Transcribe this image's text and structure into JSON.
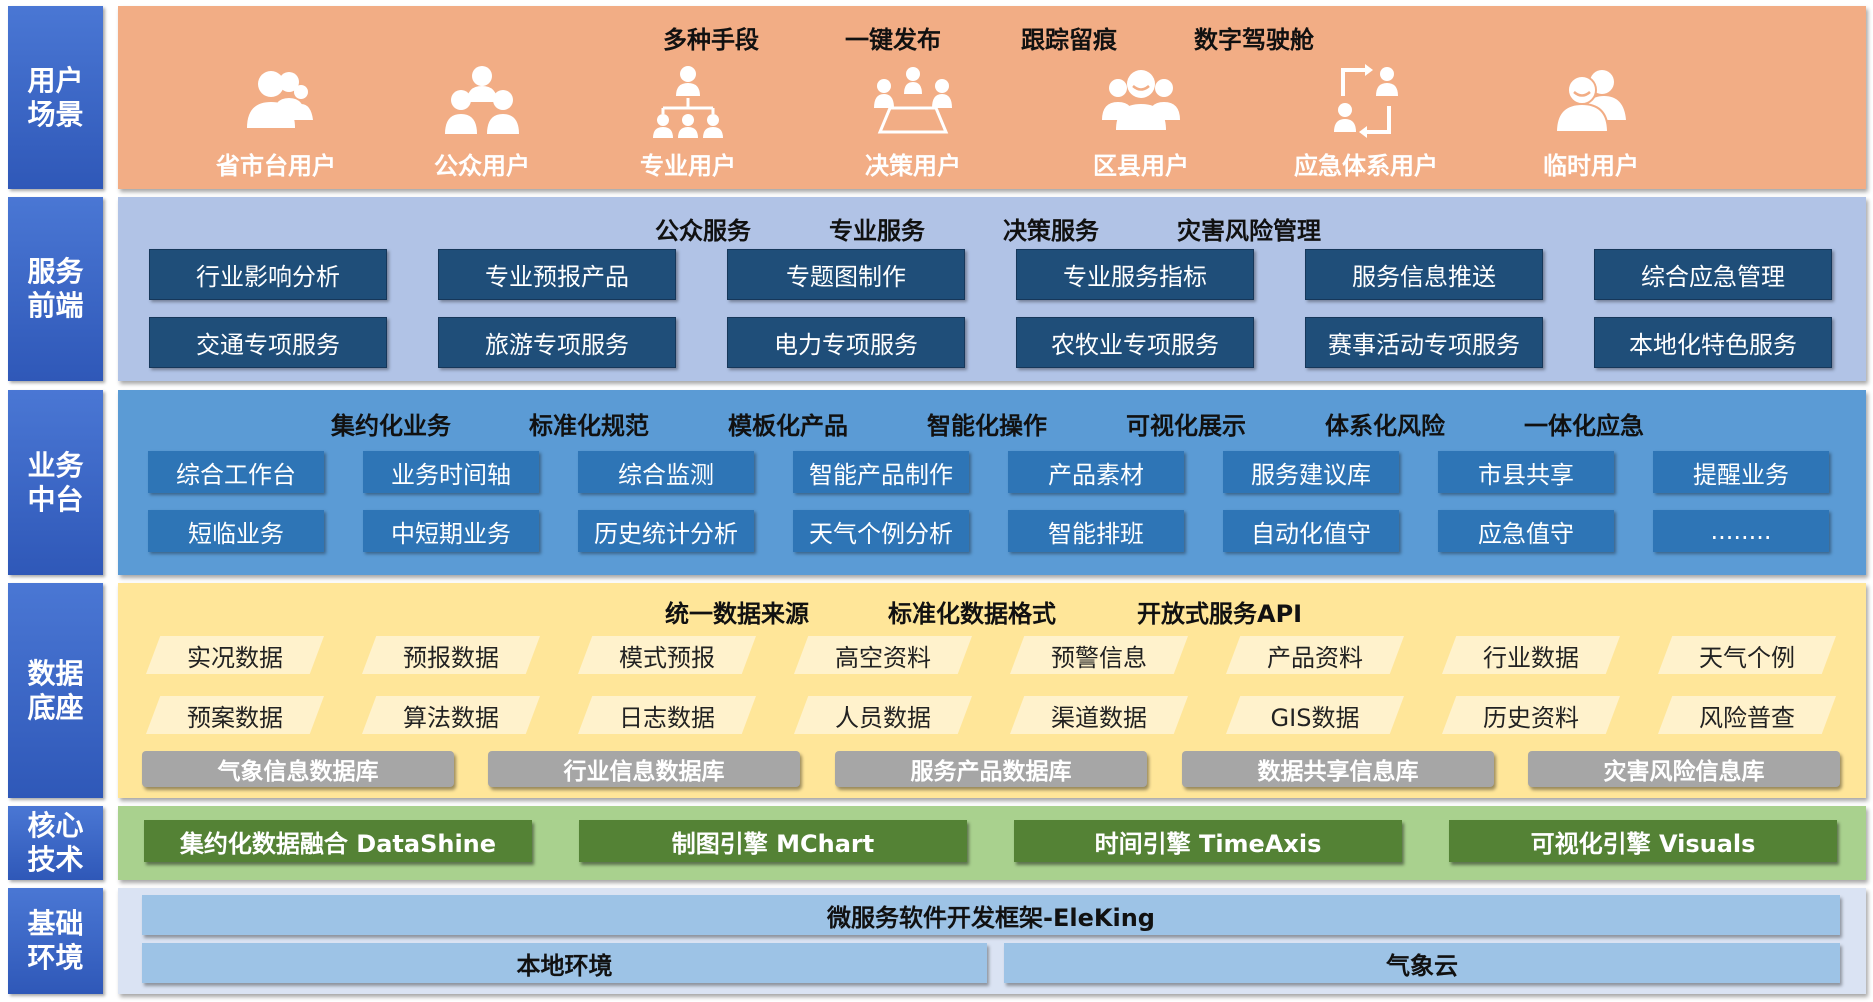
{
  "layers": [
    {
      "label": "用户\n场景"
    },
    {
      "label": "服务\n前端"
    },
    {
      "label": "业务\n中台"
    },
    {
      "label": "数据\n底座"
    },
    {
      "label": "核心\n技术"
    },
    {
      "label": "基础\n环境"
    }
  ],
  "user": {
    "headers": [
      "多种手段",
      "一键发布",
      "跟踪留痕",
      "数字驾驶舱"
    ],
    "items": [
      {
        "label": "省市台用户",
        "icon": "user-group-icon"
      },
      {
        "label": "公众用户",
        "icon": "public-users-icon"
      },
      {
        "label": "专业用户",
        "icon": "org-users-icon"
      },
      {
        "label": "决策用户",
        "icon": "meeting-icon"
      },
      {
        "label": "区县用户",
        "icon": "county-users-icon"
      },
      {
        "label": "应急体系用户",
        "icon": "exchange-users-icon"
      },
      {
        "label": "临时用户",
        "icon": "temp-users-icon"
      }
    ]
  },
  "service": {
    "headers": [
      "公众服务",
      "专业服务",
      "决策服务",
      "灾害风险管理"
    ],
    "row1": [
      "行业影响分析",
      "专业预报产品",
      "专题图制作",
      "专业服务指标",
      "服务信息推送",
      "综合应急管理"
    ],
    "row2": [
      "交通专项服务",
      "旅游专项服务",
      "电力专项服务",
      "农牧业专项服务",
      "赛事活动专项服务",
      "本地化特色服务"
    ]
  },
  "business": {
    "headers": [
      "集约化业务",
      "标准化规范",
      "模板化产品",
      "智能化操作",
      "可视化展示",
      "体系化风险",
      "一体化应急"
    ],
    "row1": [
      "综合工作台",
      "业务时间轴",
      "综合监测",
      "智能产品制作",
      "产品素材",
      "服务建议库",
      "市县共享",
      "提醒业务"
    ],
    "row2": [
      "短临业务",
      "中短期业务",
      "历史统计分析",
      "天气个例分析",
      "智能排班",
      "自动化值守",
      "应急值守",
      "........"
    ]
  },
  "data": {
    "headers": [
      "统一数据来源",
      "标准化数据格式",
      "开放式服务API"
    ],
    "row1": [
      "实况数据",
      "预报数据",
      "模式预报",
      "高空资料",
      "预警信息",
      "产品资料",
      "行业数据",
      "天气个例"
    ],
    "row2": [
      "预案数据",
      "算法数据",
      "日志数据",
      "人员数据",
      "渠道数据",
      "GIS数据",
      "历史资料",
      "风险普查"
    ],
    "databases": [
      "气象信息数据库",
      "行业信息数据库",
      "服务产品数据库",
      "数据共享信息库",
      "灾害风险信息库"
    ]
  },
  "core": {
    "items": [
      "集约化数据融合 DataShine",
      "制图引擎 MChart",
      "时间引擎 TimeAxis",
      "可视化引擎 Visuals"
    ]
  },
  "base": {
    "framework": "微服务软件开发框架-EleKing",
    "local": "本地环境",
    "cloud": "气象云"
  },
  "colors": {
    "user_panel": "#f2ad85",
    "service_panel": "#b1c3e6",
    "service_box": "#1f4e79",
    "business_panel": "#5b9bd5",
    "business_box": "#2e75b6",
    "data_panel": "#ffe699",
    "data_box": "#fff2cc",
    "db_box": "#a6a6a6",
    "core_panel": "#a9d18e",
    "core_box": "#548235",
    "base_panel": "#dae3f3",
    "base_box": "#9dc3e6",
    "layer_label": "#3a66c6"
  }
}
